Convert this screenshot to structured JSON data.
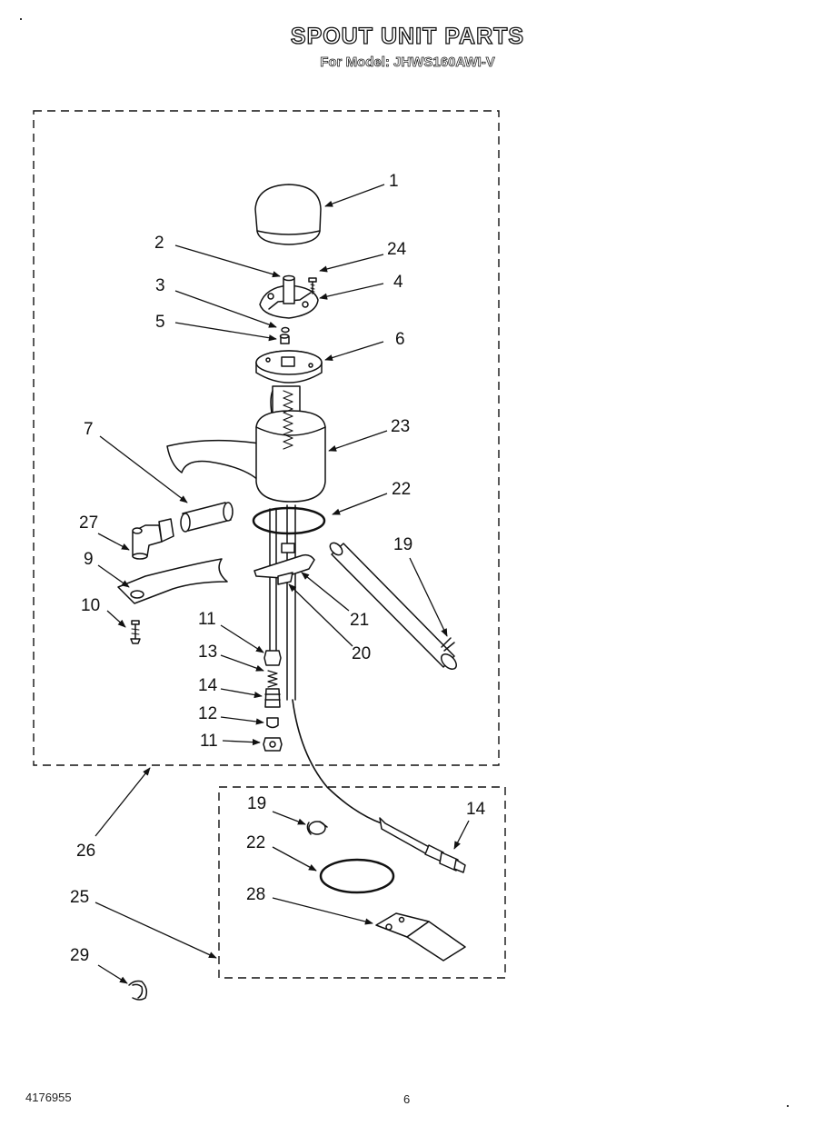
{
  "header": {
    "title": "SPOUT UNIT PARTS",
    "subtitle": "For Model: JHWS160AWI-V"
  },
  "callouts": {
    "c1": "1",
    "c2": "2",
    "c24": "24",
    "c3": "3",
    "c4": "4",
    "c5": "5",
    "c6": "6",
    "c7": "7",
    "c23": "23",
    "c22": "22",
    "c27": "27",
    "c19": "19",
    "c9": "9",
    "c21": "21",
    "c10": "10",
    "c20": "20",
    "c11a": "11",
    "c13": "13",
    "c14a": "14",
    "c12": "12",
    "c11b": "11",
    "c26": "26",
    "c19b": "19",
    "c14b": "14",
    "c22b": "22",
    "c25": "25",
    "c28": "28",
    "c29": "29"
  },
  "footer": {
    "doc_number": "4176955",
    "page_number": "6"
  }
}
